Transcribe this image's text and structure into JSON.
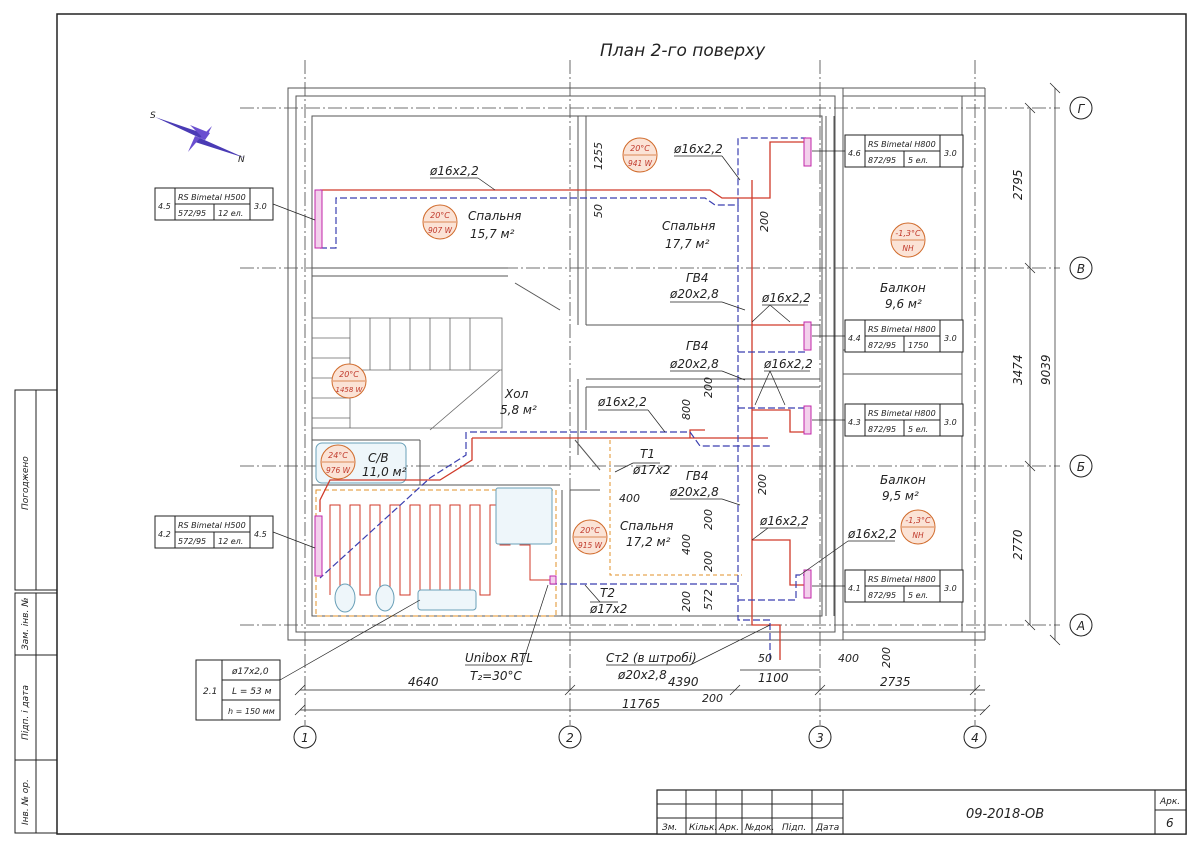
{
  "title": "План 2-го поверху",
  "axes_letters": [
    "Г",
    "В",
    "Б",
    "А"
  ],
  "axes_numbers": [
    "1",
    "2",
    "3",
    "4"
  ],
  "dims_right": [
    "2795",
    "3474",
    "2770",
    "9039"
  ],
  "dims_bottom": [
    "4640",
    "4390",
    "1100",
    "2735",
    "11765",
    "50",
    "400",
    "200",
    "200"
  ],
  "dims_misc": [
    "1255",
    "50",
    "200",
    "200",
    "800",
    "400",
    "200",
    "400",
    "200",
    "572",
    "200",
    "200"
  ],
  "rooms": [
    {
      "name": "Спальня",
      "area": "15,7 м²",
      "temp": "20°С",
      "power": "907 W"
    },
    {
      "name": "Спальня",
      "area": "17,7 м²",
      "temp": "20°С",
      "power": "941 W"
    },
    {
      "name": "Балкон",
      "area": "9,6 м²",
      "temp": "-1,3°С",
      "power": "NH"
    },
    {
      "name": "Хол",
      "area": "5,8 м²",
      "temp": "20°С",
      "power": "1458 W"
    },
    {
      "name": "С/В",
      "area": "11,0 м²",
      "temp": "24°С",
      "power": "976 W"
    },
    {
      "name": "Спальня",
      "area": "17,2 м²",
      "temp": "20°С",
      "power": "915 W"
    },
    {
      "name": "Балкон",
      "area": "9,5 м²",
      "temp": "-1,3°С",
      "power": "NH"
    }
  ],
  "radiators": [
    {
      "id": "4.5",
      "model": "RS Bimetal H500",
      "spec": "572/95",
      "count": "12 ел.",
      "flow": "3.0"
    },
    {
      "id": "4.2",
      "model": "RS Bimetal H500",
      "spec": "572/95",
      "count": "12 ел.",
      "flow": "4.5"
    },
    {
      "id": "4.6",
      "model": "RS Bimetal H800",
      "spec": "872/95",
      "count": "5 ел.",
      "flow": "3.0"
    },
    {
      "id": "4.4",
      "model": "RS Bimetal H800",
      "spec": "872/95",
      "count": "1750",
      "flow": "3.0"
    },
    {
      "id": "4.3",
      "model": "RS Bimetal H800",
      "spec": "872/95",
      "count": "5 ел.",
      "flow": "3.0"
    },
    {
      "id": "4.1",
      "model": "RS Bimetal H800",
      "spec": "872/95",
      "count": "5 ел.",
      "flow": "3.0"
    }
  ],
  "pipes": [
    "ø16x2,2",
    "ø16x2,2",
    "ГВ4",
    "ø20x2,8",
    "ø16x2,2",
    "ГВ4",
    "ø20x2,8",
    "ø16x2,2",
    "ø16x2,2",
    "Т1",
    "ø17x2",
    "ГВ4",
    "ø20x2,8",
    "ø16x2,2",
    "ø16x2,2",
    "Т2",
    "ø17x2"
  ],
  "floor_heating": {
    "id": "2.1",
    "pipe": "ø17x2,0",
    "length": "L = 53 м",
    "step": "h = 150 мм"
  },
  "unibox": {
    "name": "Unibox RTL",
    "temp": "T₂=30°С"
  },
  "riser": {
    "name": "Ст2 (в штробі)",
    "pipe": "ø20x2,8"
  },
  "side_labels": [
    "Погоджено",
    "Зам. інв. №",
    "Підп. і дата",
    "Інв. № ор."
  ],
  "titleblock": {
    "cols": [
      "Зм.",
      "Кільк.",
      "Арк.",
      "№док.",
      "Підп.",
      "Дата"
    ],
    "code": "09-2018-ОВ",
    "sheet_label": "Арк.",
    "sheet_no": "6"
  },
  "colors": {
    "supply": "#d03a2a",
    "return": "#3b3fb0",
    "radiator": "#c026a8",
    "temp_circle": "#d06a2a",
    "floor_loop": "#d03a2a",
    "zone": "#e0902a"
  }
}
